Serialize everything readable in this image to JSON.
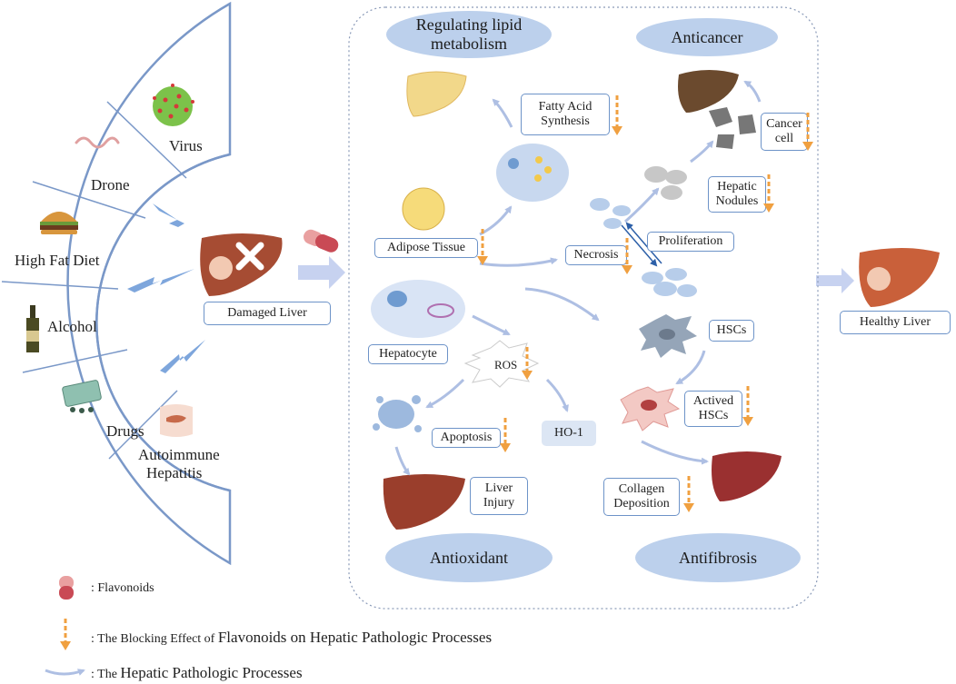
{
  "causes": {
    "virus": "Virus",
    "drone": "Drone",
    "high_fat_diet": "High Fat Diet",
    "alcohol": "Alcohol",
    "drugs": "Drugs",
    "autoimmune_line1": "Autoimmune",
    "autoimmune_line2": "Hepatitis"
  },
  "damaged_liver": "Damaged Liver",
  "healthy_liver": "Healthy Liver",
  "sections": {
    "lipid_line1": "Regulating lipid",
    "lipid_line2": "metabolism",
    "anticancer": "Anticancer",
    "antioxidant": "Antioxidant",
    "antifibrosis": "Antifibrosis"
  },
  "boxes": {
    "fatty_acid_line1": "Fatty Acid",
    "fatty_acid_line2": "Synthesis",
    "adipose_tissue": "Adipose Tissue",
    "hepatocyte": "Hepatocyte",
    "ros": "ROS",
    "ho1": "HO-1",
    "apoptosis": "Apoptosis",
    "liver_injury_line1": "Liver",
    "liver_injury_line2": "Injury",
    "necrosis": "Necrosis",
    "proliferation": "Proliferation",
    "hepatic_nodules_line1": "Hepatic",
    "hepatic_nodules_line2": "Nodules",
    "cancer_cell_line1": "Cancer",
    "cancer_cell_line2": "cell",
    "hscs": "HSCs",
    "actived_hscs_line1": "Actived",
    "actived_hscs_line2": "HSCs",
    "collagen_line1": "Collagen",
    "collagen_line2": "Deposition"
  },
  "legend": {
    "flavonoids": ": Flavonoids",
    "blocking_prefix": ": The Blocking Effect of",
    "blocking_big": "Flavonoids on Hepatic Pathologic Processes",
    "process_prefix": ": The",
    "process_big": "Hepatic Pathologic Processes"
  },
  "colors": {
    "ellipse_fill": "#bcd0ec",
    "box_border": "#6d93c8",
    "inhibition_arrow": "#f0a040",
    "process_arrow": "#aebfe3",
    "liver_brown": "#9a3e2c",
    "capsule_pink": "#e9a0a0"
  },
  "icons": [
    "virus-icon",
    "worm-icon",
    "burger-icon",
    "bottle-icon",
    "pill-pack-icon",
    "torso-liver-icon",
    "liver-icon",
    "capsule-icon",
    "lightning-icon"
  ]
}
